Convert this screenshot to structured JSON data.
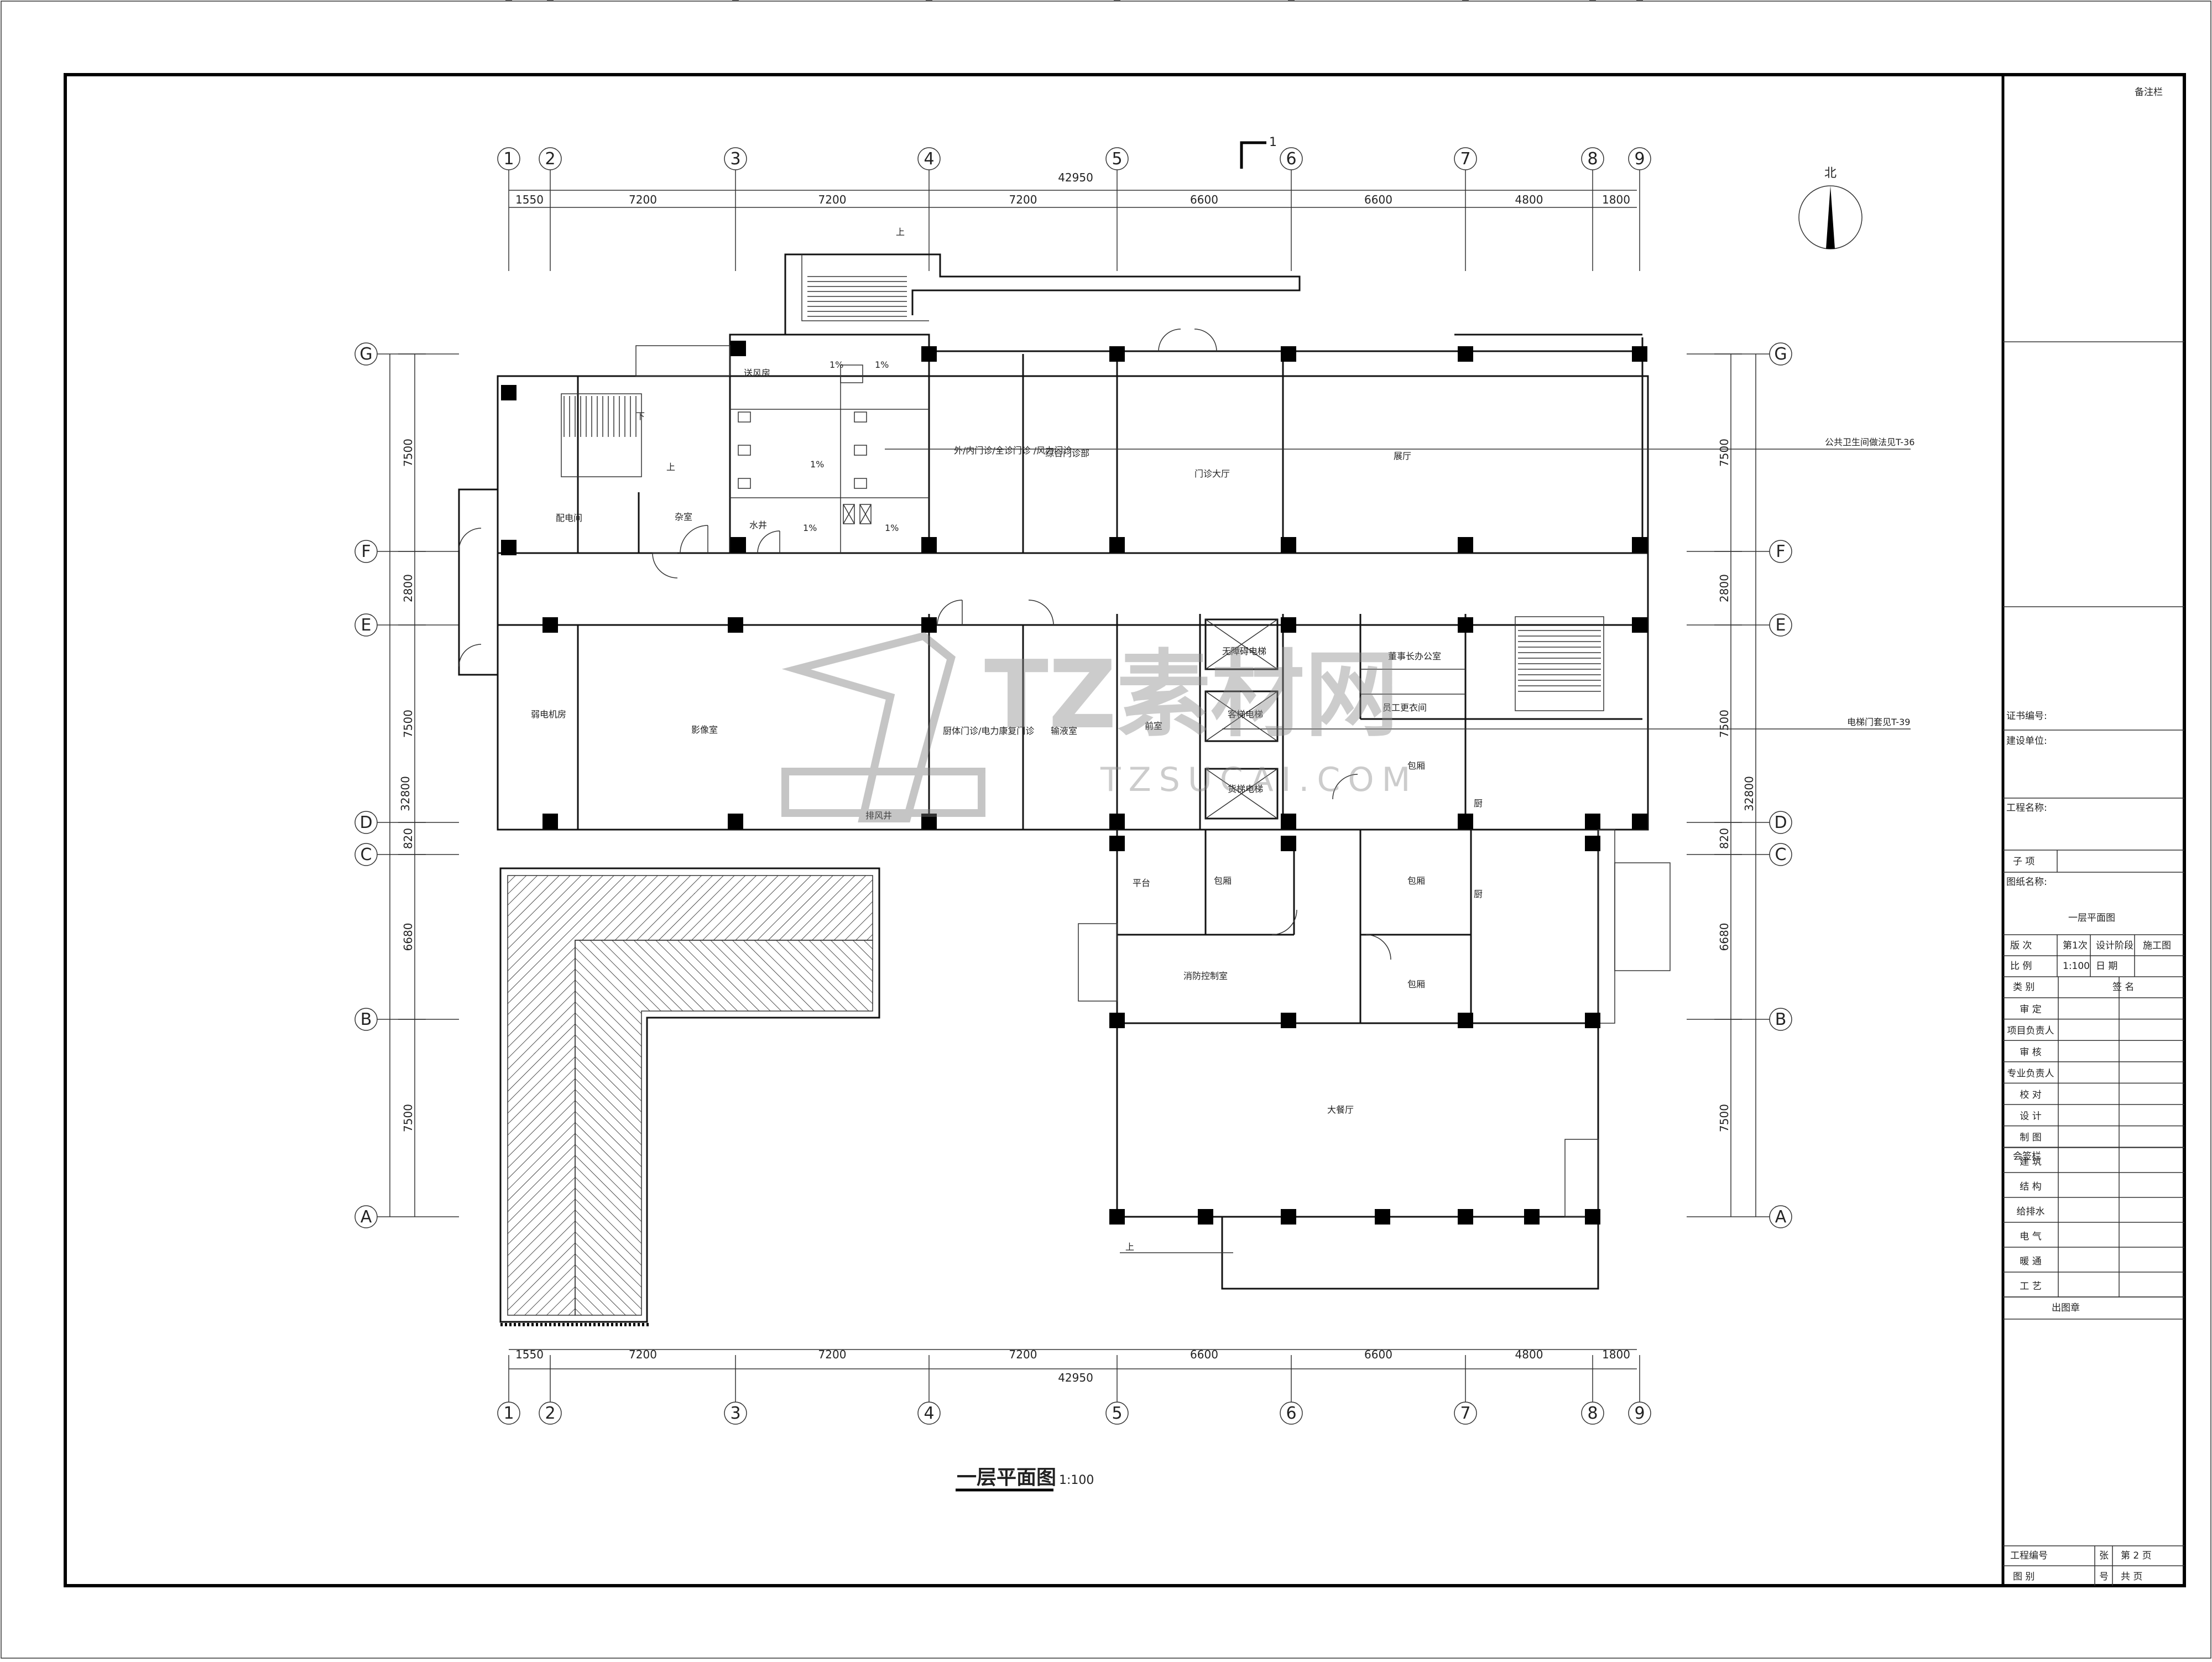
{
  "drawing": {
    "title": "一层平面图",
    "scale": "1:100",
    "north_label": "北",
    "section_mark": "1"
  },
  "axes": {
    "columns": [
      "1",
      "2",
      "3",
      "4",
      "5",
      "6",
      "7",
      "8",
      "9"
    ],
    "rows": [
      "G",
      "F",
      "E",
      "D",
      "C",
      "B",
      "A"
    ],
    "column_spans": [
      "1550",
      "7200",
      "7200",
      "7200",
      "6600",
      "6600",
      "4800",
      "1800"
    ],
    "row_spans": [
      "7500",
      "2800",
      "7500",
      "820",
      "6680",
      "7500"
    ],
    "total_width": "42950",
    "total_depth": "32800"
  },
  "rooms": {
    "air_room": "送风房",
    "power_room": "配电间",
    "sundry": "杂室",
    "cleaning": "水井",
    "internal_clinic": "外/内门诊/全诊门诊\n/风力门诊",
    "general_clinic": "综合门诊部",
    "lobby": "门诊大厅",
    "hall": "展厅",
    "weak_room": "弱电机房",
    "image_room": "影像室",
    "ward_clinic": "厨体门诊/电力康复门诊",
    "infusion": "输液室",
    "stair_room": "前室",
    "equipment_elevator": "无障碍电梯",
    "passenger_elevator": "客梯电梯",
    "freight_elevator": "货梯电梯",
    "chairman_office": "董事长办公室",
    "pantry": "员工更衣间",
    "package_room": "包厢",
    "kitchen": "厨",
    "platform": "平台",
    "fire_control": "消防控制室",
    "dining_hall": "大餐厅",
    "fan_room": "排风井",
    "ramp_pct": "1%",
    "up": "上",
    "down": "下"
  },
  "notes": {
    "toilet_ref": "公共卫生间做法见T-36",
    "elevator_ref": "电梯门套见T-39"
  },
  "title_block": {
    "remarks": "备注栏",
    "cert_no": "证书编号:",
    "client": "建设单位:",
    "project": "工程名称:",
    "sub_item": "子 项",
    "drawing_name_label": "图纸名称:",
    "drawing_name": "一层平面图",
    "version_label": "版 次",
    "version": "第1次",
    "stage_label": "设计阶段",
    "stage": "施工图",
    "scale_label": "比 例",
    "scale": "1:100",
    "date_label": "日 期",
    "role_label": "类 别",
    "sign_label": "签 名",
    "roles": [
      "审 定",
      "项目负责人",
      "审 核",
      "专业负责人",
      "校 对",
      "设 计",
      "制 图"
    ],
    "countersign": "会签栏",
    "disciplines": [
      "建 筑",
      "结 构",
      "给排水",
      "电 气",
      "暖 通",
      "工 艺"
    ],
    "seal": "出图章",
    "proj_no": "工程编号",
    "sheet_no": "图 别",
    "page": "第 2 页",
    "total": "共 页",
    "sheet_label": "张",
    "no_label": "号"
  },
  "watermark": {
    "brand": "TZ素材网",
    "url": "TZSUCAI.COM"
  }
}
